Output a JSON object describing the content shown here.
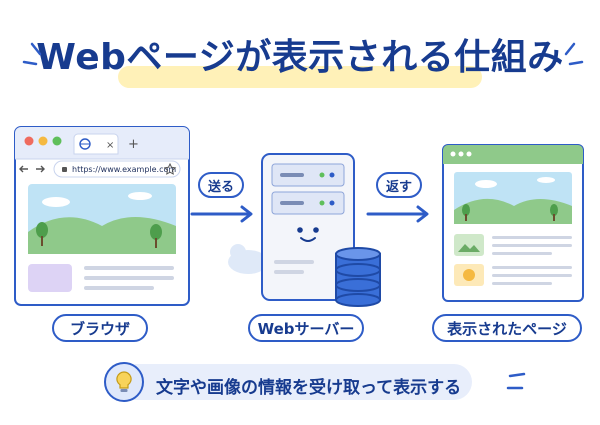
{
  "title": "Webページが表示される仕組み",
  "browser": {
    "url": "https://www.example.com",
    "new_tab": "+",
    "close_tab": "×"
  },
  "arrows": {
    "send_label": "送る",
    "return_label": "返す"
  },
  "labels": {
    "browser": "ブラウザ",
    "server": "Webサーバー",
    "displayed_page": "表示されたページ"
  },
  "footer": {
    "text": "文字や画像の情報を受け取って表示する"
  },
  "colors": {
    "primary": "#2e5cc7",
    "title": "#173b8f",
    "highlight": "#fff1b8",
    "green": "#8fc98a",
    "sky": "#bfe3f5",
    "purple": "#ddd3f5"
  }
}
